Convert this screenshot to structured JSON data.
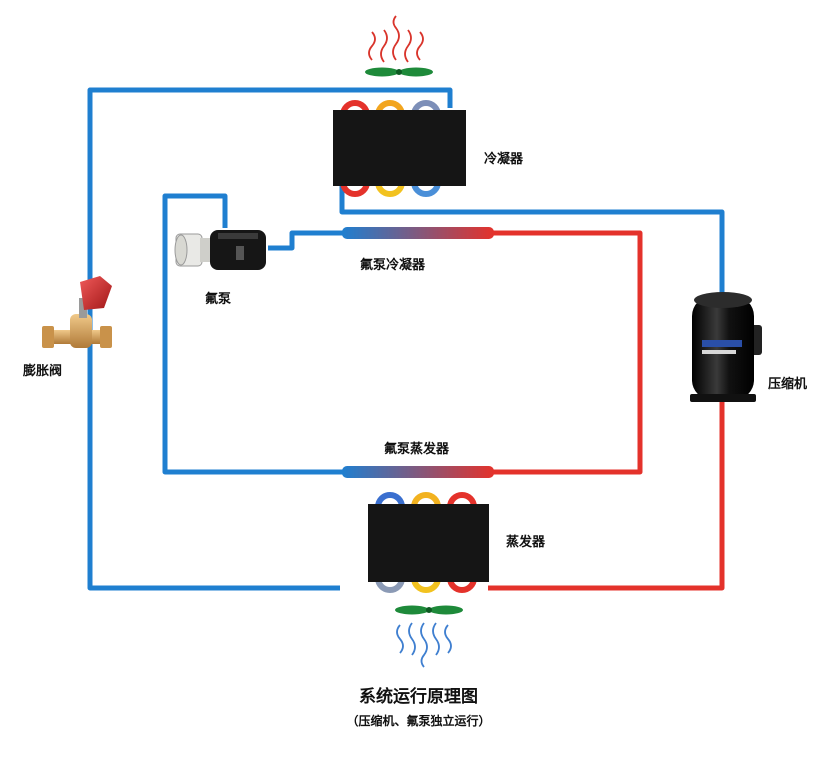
{
  "labels": {
    "condenser": "冷凝器",
    "fluorine_pump": "氟泵",
    "pump_condenser": "氟泵冷凝器",
    "expansion_valve": "膨胀阀",
    "compressor": "压缩机",
    "pump_evaporator": "氟泵蒸发器",
    "evaporator": "蒸发器"
  },
  "caption": {
    "title": "系统运行原理图",
    "subtitle": "（压缩机、氟泵独立运行）"
  },
  "colors": {
    "cold_line": "#1f7fd0",
    "hot_line": "#e4322b",
    "heat_exchanger": "#151515",
    "fan_blade": "#1e8a3a",
    "heat_waves": "#d9342b",
    "cold_waves": "#3f7fd0"
  }
}
